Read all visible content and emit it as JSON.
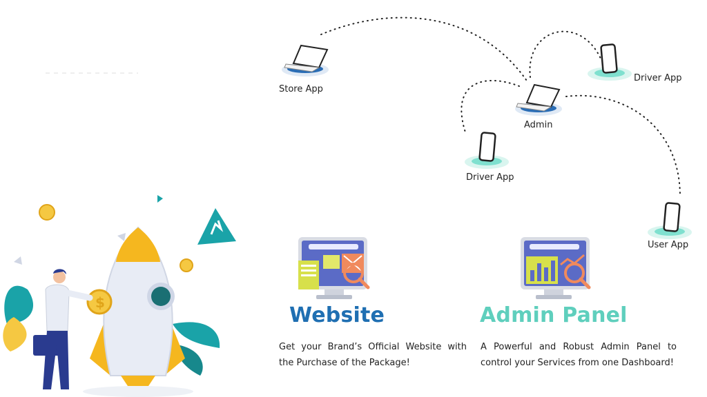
{
  "nodes": {
    "store_app": "Store App",
    "admin": "Admin",
    "driver_app_top": "Driver App",
    "driver_app_left": "Driver App",
    "user_app": "User App"
  },
  "features": {
    "website": {
      "title": "Website",
      "description": "Get your Brand’s Official Website with the Purchase of the Package!"
    },
    "admin_panel": {
      "title": "Admin Panel",
      "description": "A Powerful and Robust Admin Panel to control your Services from one Dashboard!"
    }
  },
  "colors": {
    "website_title": "#1f6fb2",
    "admin_panel_title": "#5fcfbd",
    "laptop_base": "#2a6db5",
    "phone_glow": "#7fe0cf",
    "rocket_accent": "#f5b71f",
    "teal_leaf": "#1aa3a8"
  },
  "icons": {
    "laptop": "laptop-icon",
    "phone": "phone-icon",
    "website_monitor": "website-monitor-icon",
    "admin_monitor": "admin-dashboard-monitor-icon",
    "rocket": "rocket-illustration"
  }
}
